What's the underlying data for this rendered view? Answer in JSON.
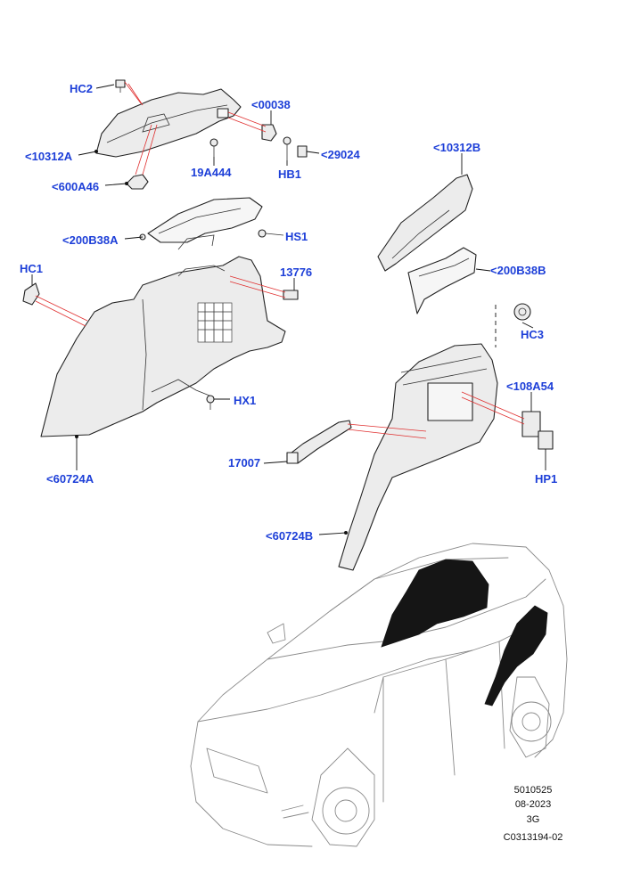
{
  "labels": {
    "hc2": "HC2",
    "b10312a": "<10312A",
    "b600a46": "<600A46",
    "b00038": "<00038",
    "p19a444": "19A444",
    "hb1": "HB1",
    "b29024": "<29024",
    "b200b38a": "<200B38A",
    "hs1": "HS1",
    "b10312b": "<10312B",
    "b200b38b": "<200B38B",
    "hc1": "HC1",
    "p13776": "13776",
    "hc3": "HC3",
    "hx1": "HX1",
    "b108a54": "<108A54",
    "p17007": "17007",
    "hp1": "HP1",
    "b60724a": "<60724A",
    "b60724b": "<60724B"
  },
  "footer": {
    "ref": "5010525",
    "date": "08-2023",
    "code": "3G",
    "image_id": "C0313194-02"
  },
  "colors": {
    "callout": "#1d3fd8",
    "leader_highlight": "#e03030",
    "part_fill": "#ececec"
  }
}
